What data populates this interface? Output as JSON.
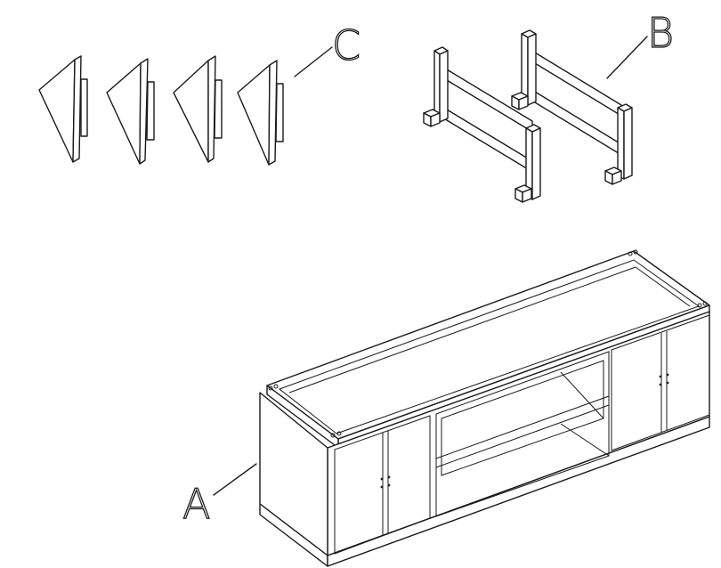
{
  "diagram": {
    "labels": {
      "a": "A",
      "b": "B",
      "c": "C"
    },
    "parts": {
      "a": "tv-cabinet",
      "b": "leg-frames",
      "c": "corner-brackets"
    }
  }
}
